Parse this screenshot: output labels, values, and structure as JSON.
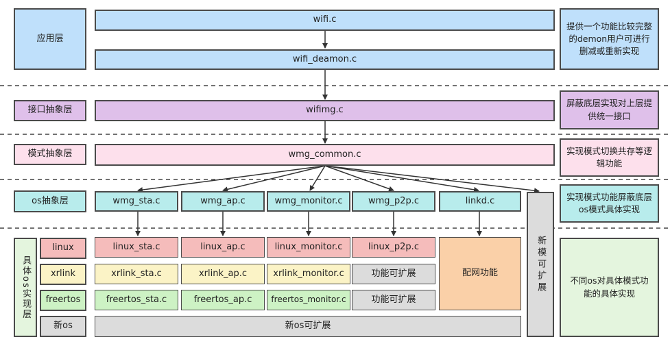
{
  "layers": {
    "app": "应用层",
    "iface": "接口抽象层",
    "mode": "模式抽象层",
    "os": "os抽象层",
    "impl": "具体os实现层"
  },
  "modules": {
    "wifi_c": "wifi.c",
    "wifi_deamon": "wifi_deamon.c",
    "wifimg": "wifimg.c",
    "wmg_common": "wmg_common.c",
    "wmg_sta": "wmg_sta.c",
    "wmg_ap": "wmg_ap.c",
    "wmg_monitor": "wmg_monitor.c",
    "wmg_p2p": "wmg_p2p.c",
    "linkd": "linkd.c",
    "new_ext": "新模可扩展"
  },
  "os_rows": {
    "linux": "linux",
    "xrlink": "xrlink",
    "freertos": "freertos",
    "newos": "新os"
  },
  "impl": {
    "linux_sta": "linux_sta.c",
    "linux_ap": "linux_ap.c",
    "linux_monitor": "linux_monitor.c",
    "linux_p2p": "linux_p2p.c",
    "xrlink_sta": "xrlink_sta.c",
    "xrlink_ap": "xrlink_ap.c",
    "xrlink_monitor": "xrlink_monitor.c",
    "xrlink_ext": "功能可扩展",
    "freertos_sta": "freertos_sta.c",
    "freertos_ap": "freertos_ap.c",
    "freertos_monitor": "freertos_monitor.c",
    "freertos_ext": "功能可扩展",
    "netcfg": "配网功能",
    "newos_ext": "新os可扩展"
  },
  "notes": {
    "app": "提供一个功能比较完整的demon用户可进行删减或重新实现",
    "iface": "屏蔽底层实现对上层提供统一接口",
    "mode": "实现模式切换共存等逻辑功能",
    "os": "实现模式功能屏蔽底层os模式具体实现",
    "impl": "不同os对具体模式功能的具体实现"
  }
}
